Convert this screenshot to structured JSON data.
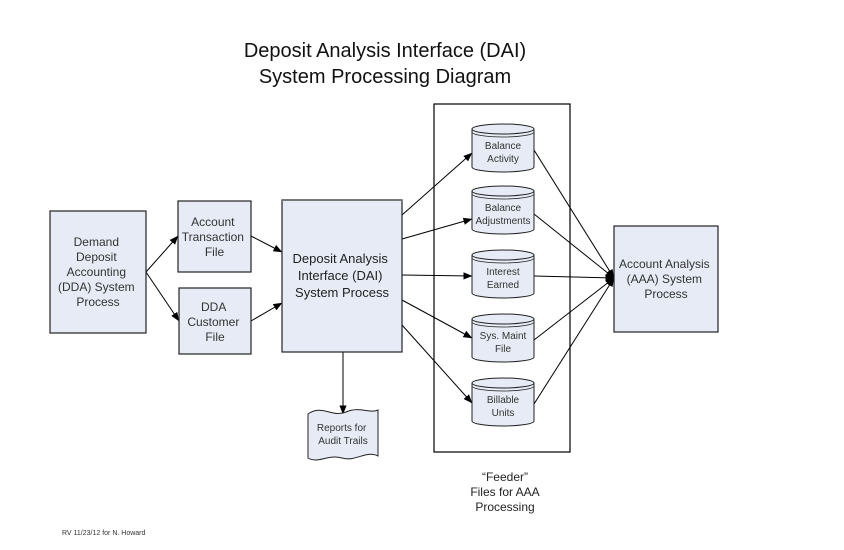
{
  "title": {
    "line1": "Deposit Analysis Interface (DAI)",
    "line2": "System Processing Diagram"
  },
  "colors": {
    "box_fill": "#e6ebf5",
    "box_border": "#222222",
    "line": "#000000"
  },
  "nodes": {
    "dda": {
      "type": "process",
      "lines": [
        "Demand",
        "Deposit",
        "Accounting",
        "(DDA) System",
        "Process"
      ]
    },
    "account_transaction_file": {
      "type": "process",
      "lines": [
        "Account",
        "Transaction",
        "File"
      ]
    },
    "dda_customer_file": {
      "type": "process",
      "lines": [
        "DDA",
        "Customer",
        "File"
      ]
    },
    "dai": {
      "type": "process",
      "lines": [
        "Deposit Analysis",
        "Interface (DAI)",
        "System Process"
      ]
    },
    "reports": {
      "type": "document",
      "lines": [
        "Reports for",
        "Audit Trails"
      ]
    },
    "balance_activity": {
      "type": "database",
      "lines": [
        "Balance",
        "Activity"
      ]
    },
    "balance_adjustments": {
      "type": "database",
      "lines": [
        "Balance",
        "Adjustments"
      ]
    },
    "interest_earned": {
      "type": "database",
      "lines": [
        "Interest",
        "Earned"
      ]
    },
    "sys_maint_file": {
      "type": "database",
      "lines": [
        "Sys. Maint",
        "File"
      ]
    },
    "billable_units": {
      "type": "database",
      "lines": [
        "Billable",
        "Units"
      ]
    },
    "aaa": {
      "type": "process",
      "lines": [
        "Account Analysis",
        "(AAA) System",
        "Process"
      ]
    }
  },
  "edges": [
    [
      "dda",
      "account_transaction_file"
    ],
    [
      "dda",
      "dda_customer_file"
    ],
    [
      "account_transaction_file",
      "dai"
    ],
    [
      "dda_customer_file",
      "dai"
    ],
    [
      "dai",
      "reports"
    ],
    [
      "dai",
      "balance_activity"
    ],
    [
      "dai",
      "balance_adjustments"
    ],
    [
      "dai",
      "interest_earned"
    ],
    [
      "dai",
      "sys_maint_file"
    ],
    [
      "dai",
      "billable_units"
    ],
    [
      "balance_activity",
      "aaa"
    ],
    [
      "balance_adjustments",
      "aaa"
    ],
    [
      "interest_earned",
      "aaa"
    ],
    [
      "sys_maint_file",
      "aaa"
    ],
    [
      "billable_units",
      "aaa"
    ]
  ],
  "feeder_group": {
    "caption_lines": [
      "“Feeder”",
      "Files for AAA",
      "Processing"
    ]
  },
  "footer": "RV 11/23/12 for N. Howard"
}
